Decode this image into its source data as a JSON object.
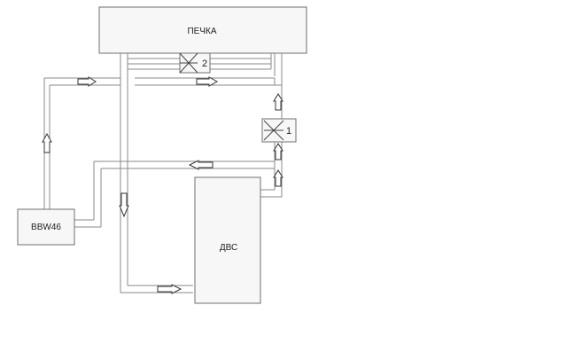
{
  "nodes": {
    "heater": {
      "label": "ПЕЧКА"
    },
    "engine": {
      "label": "ДВС"
    },
    "pump": {
      "label": "BBW46"
    }
  },
  "valves": [
    {
      "label": "2"
    },
    {
      "label": "1"
    }
  ]
}
